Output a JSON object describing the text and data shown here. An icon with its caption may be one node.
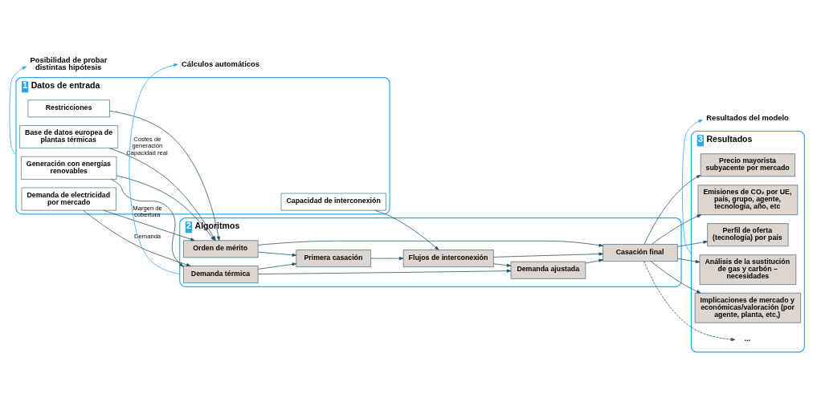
{
  "diagram": {
    "nodes": [
      {
        "text": [
          "1",
          "Datos de entrada"
        ]
      },
      {
        "text": [
          "Restricciones"
        ],
        "in": 0
      },
      {
        "text": [
          "Base de datos europea de plantas térmicas"
        ],
        "in": 0
      },
      {
        "text": [
          "Generación con energías renovables"
        ],
        "in": 0
      },
      {
        "text": [
          "Capacidad de interconexión"
        ],
        "in": 0
      },
      {
        "text": [
          "Demanda de electricidad por mercado"
        ],
        "in": 0
      },
      {
        "text": [
          "2",
          "Algoritmos"
        ]
      },
      {
        "text": [
          "Orden de mérito"
        ],
        "in": 6
      },
      {
        "text": [
          "Primera casación"
        ],
        "in": 6
      },
      {
        "text": [
          "Flujos de interconexión"
        ],
        "in": 6
      },
      {
        "text": [
          "Demanda térmica"
        ],
        "in": 6
      },
      {
        "text": [
          "Demanda ajustada"
        ],
        "in": 6
      },
      {
        "text": [
          "Casación final"
        ],
        "in": 6
      },
      {
        "text": [
          "3",
          "Resultados"
        ]
      },
      {
        "text": [
          "Precio mayorista subyacente por mercado"
        ],
        "in": 13
      },
      {
        "text": [
          "Emisiones de CO₂ por UE, país, grupo, agente, tecnología, año, etc"
        ],
        "in": 13
      },
      {
        "text": [
          "Perfil de oferta (tecnología) por país"
        ],
        "in": 13
      },
      {
        "text": [
          "Análisis de la sustitución de gas y carbón – necesidades"
        ],
        "in": 13
      },
      {
        "text": [
          "Implicaciones de mercado y económicas/valoración (por agente, planta, etc,)"
        ],
        "in": 13
      },
      {
        "text": [
          "..."
        ],
        "in": 13
      },
      {
        "text": [
          "Posibilidad de probar distintas hipótesis"
        ]
      },
      {
        "text": [
          "Cálculos automáticos"
        ]
      },
      {
        "text": [
          "Resultados del modelo"
        ]
      }
    ],
    "edges": [
      {
        "from": 1,
        "to": 7,
        "arrow": "to"
      },
      {
        "from": 2,
        "to": 7,
        "arrow": "to",
        "label": "Costes de generación Capacidad real"
      },
      {
        "from": 3,
        "to": 7,
        "arrow": "to"
      },
      {
        "from": 5,
        "to": 7,
        "arrow": "to",
        "label": "Margen de cobertura"
      },
      {
        "from": 3,
        "to": 10,
        "arrow": "to"
      },
      {
        "from": 5,
        "to": 10,
        "arrow": "to",
        "label": "Demanda"
      },
      {
        "from": 4,
        "to": 9,
        "arrow": "to"
      },
      {
        "from": 7,
        "to": 8,
        "arrow": "to"
      },
      {
        "from": 10,
        "to": 8,
        "arrow": "to"
      },
      {
        "from": 10,
        "to": 11,
        "arrow": "to"
      },
      {
        "from": 8,
        "to": 9,
        "arrow": "to"
      },
      {
        "from": 9,
        "to": 11,
        "arrow": "to"
      },
      {
        "from": 9,
        "to": 12,
        "arrow": "to"
      },
      {
        "from": 7,
        "to": 12,
        "arrow": "to"
      },
      {
        "from": 11,
        "to": 12,
        "arrow": "to"
      },
      {
        "from": 12,
        "to": 14,
        "arrow": "to"
      },
      {
        "from": 12,
        "to": 15,
        "arrow": "to"
      },
      {
        "from": 12,
        "to": 16,
        "arrow": "to"
      },
      {
        "from": 12,
        "to": 17,
        "arrow": "to"
      },
      {
        "from": 12,
        "to": 18,
        "arrow": "to"
      },
      {
        "from": 12,
        "to": 19,
        "arrow": "to",
        "style": "dashed"
      },
      {
        "from": 0,
        "to": 20,
        "arrow": "to",
        "color": "#29a9e8"
      },
      {
        "from": 6,
        "to": 21,
        "arrow": "to",
        "color": "#29a9e8"
      },
      {
        "from": 13,
        "to": 22,
        "arrow": "to",
        "color": "#29a9e8"
      }
    ]
  }
}
